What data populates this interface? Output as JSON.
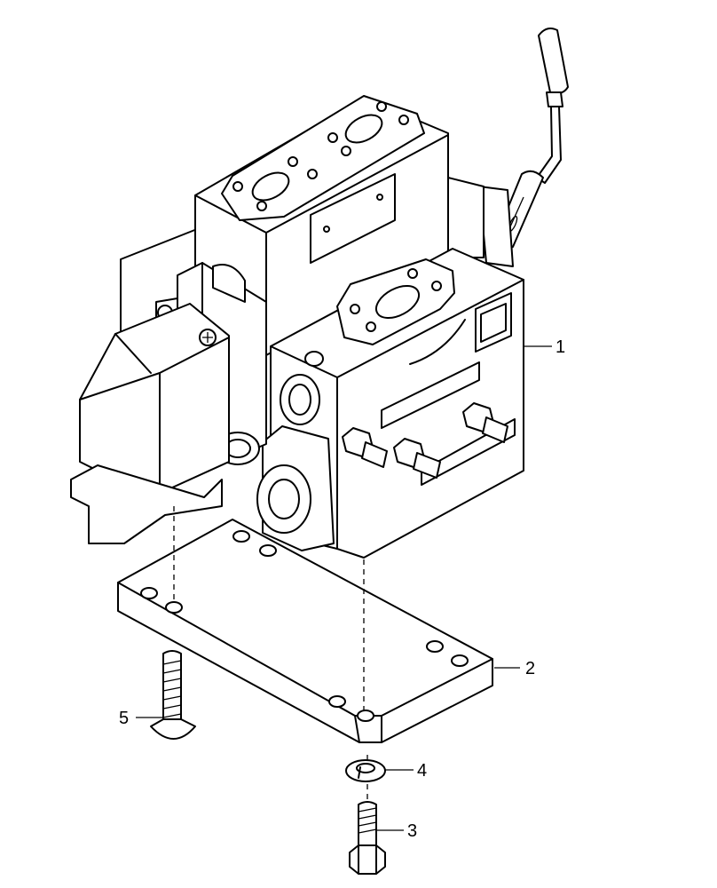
{
  "diagram": {
    "callouts": [
      {
        "id": "valve-assembly",
        "label": "1"
      },
      {
        "id": "mounting-plate",
        "label": "2"
      },
      {
        "id": "hex-bolt",
        "label": "3"
      },
      {
        "id": "lock-washer",
        "label": "4"
      },
      {
        "id": "countersunk-screw",
        "label": "5"
      }
    ]
  }
}
